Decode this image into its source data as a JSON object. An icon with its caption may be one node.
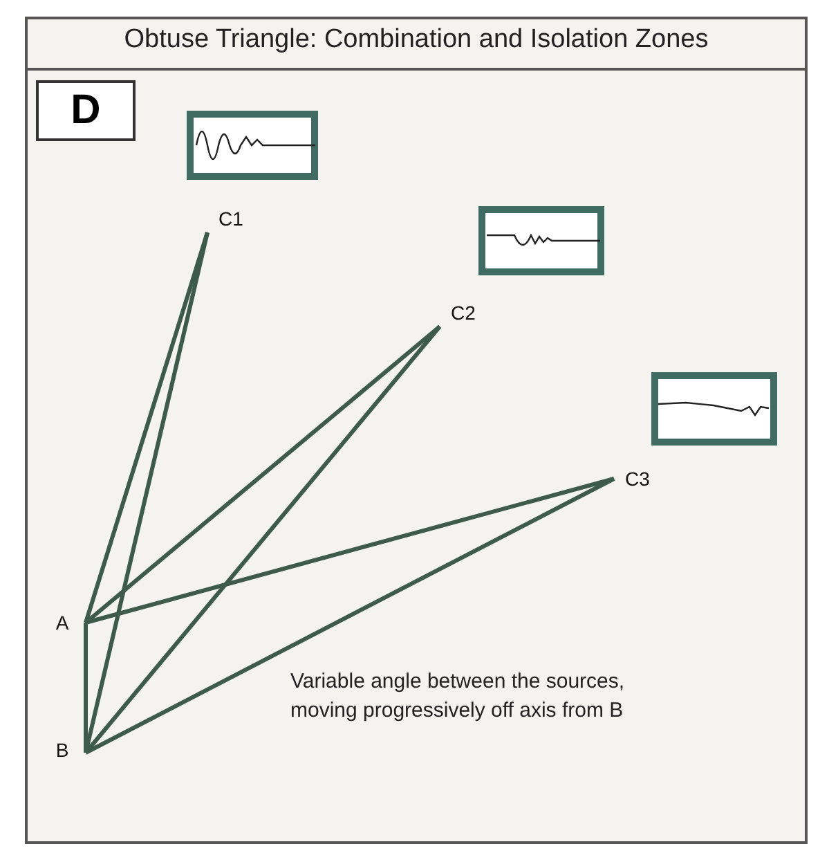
{
  "diagram": {
    "title": "Obtuse Triangle: Combination and Isolation Zones",
    "nodes": [
      {
        "text": [
          "C1"
        ]
      },
      {
        "text": [
          "C2"
        ]
      },
      {
        "text": [
          "C3"
        ]
      },
      {
        "text": [
          "A"
        ]
      },
      {
        "text": [
          "B"
        ]
      }
    ],
    "edges": [
      {
        "from": 3,
        "to": 0,
        "arrow": "none"
      },
      {
        "from": 4,
        "to": 0,
        "arrow": "none"
      },
      {
        "from": 3,
        "to": 1,
        "arrow": "none"
      },
      {
        "from": 4,
        "to": 1,
        "arrow": "none"
      },
      {
        "from": 3,
        "to": 2,
        "arrow": "none"
      },
      {
        "from": 4,
        "to": 2,
        "arrow": "none"
      },
      {
        "from": 3,
        "to": 4,
        "arrow": "none"
      }
    ],
    "labels": [
      "D",
      "Variable angle between the sources, moving progressively off axis from B"
    ]
  }
}
